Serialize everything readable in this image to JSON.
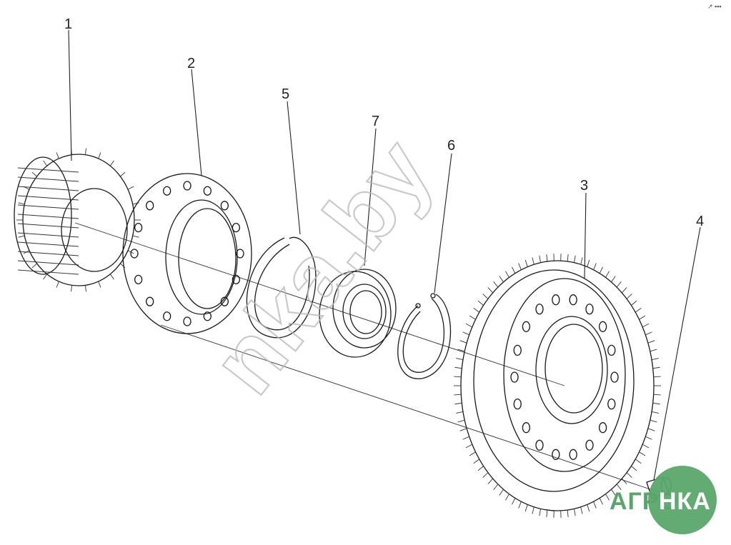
{
  "callouts": [
    {
      "label": "1",
      "part": "spur-gear-small"
    },
    {
      "label": "2",
      "part": "hub-flange"
    },
    {
      "label": "5",
      "part": "split-ring"
    },
    {
      "label": "7",
      "part": "bearing"
    },
    {
      "label": "6",
      "part": "retaining-ring"
    },
    {
      "label": "3",
      "part": "large-gear"
    },
    {
      "label": "4",
      "part": "pin"
    }
  ],
  "watermark": {
    "text": "nka.by"
  },
  "logo": {
    "left": "АГРО",
    "right": "НКА",
    "color": "#5aa66a"
  },
  "corner_mark": "↗ ▪▪▪",
  "colors": {
    "line": "#1a1a1a",
    "watermark": "#b8b8b8",
    "logo": "#5aa66a"
  }
}
